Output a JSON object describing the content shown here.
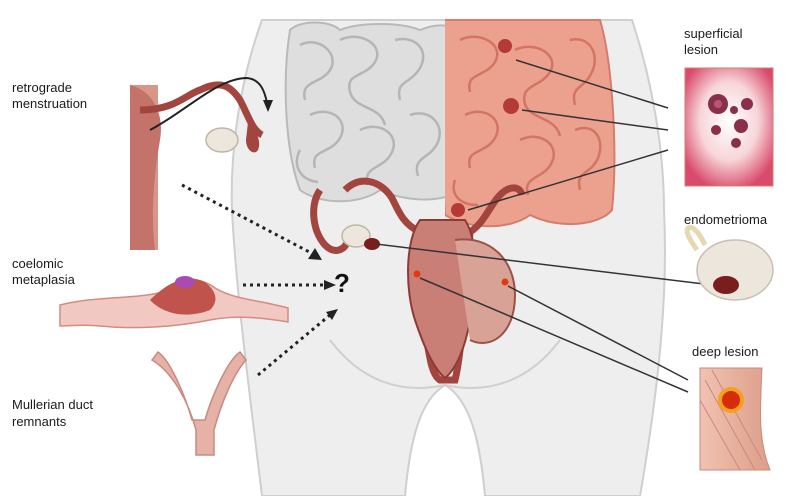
{
  "figure": {
    "labels": {
      "retrograde": [
        "retrograde",
        "menstruation"
      ],
      "coelomic": [
        "coelomic",
        "metaplasia"
      ],
      "mullerian": [
        "Mullerian duct",
        "remnants"
      ],
      "superficial": [
        "superficial",
        "lesion"
      ],
      "endometrioma": "endometrioma",
      "deep": "deep lesion"
    },
    "question_mark": "?"
  },
  "colors": {
    "background": "#ffffff",
    "body_fill": "#ececec",
    "body_outline": "#c9c9c9",
    "bowel_gray": "#dadada",
    "bowel_pink": "#e99a88",
    "uterus": "#c87a72",
    "uterus_dark": "#8f3a36",
    "lesion_red": "#9a2a2c",
    "lesion_bright": "#e03a12",
    "cyst": "#ece6dc",
    "arrow": "#222222",
    "connector": "#333333"
  },
  "icons": [
    "uterus-retrograde-icon",
    "coelomic-tissue-icon",
    "mullerian-duct-icon",
    "superficial-lesion-inset",
    "endometrioma-cyst-icon",
    "deep-lesion-inset"
  ]
}
